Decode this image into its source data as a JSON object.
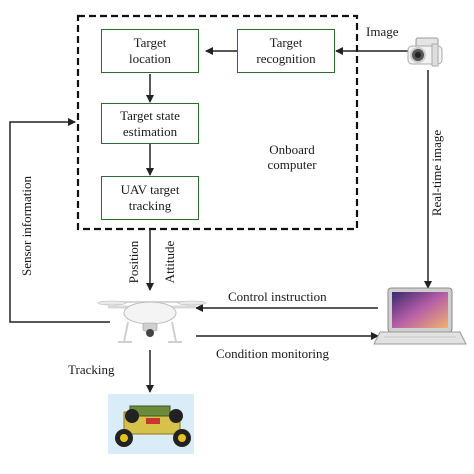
{
  "nodes": {
    "target_location": "Target\nlocation",
    "target_recognition": "Target\nrecognition",
    "target_state_estimation": "Target state\nestimation",
    "uav_target_tracking": "UAV target\ntracking"
  },
  "labels": {
    "onboard_computer": "Onboard\ncomputer",
    "image": "Image",
    "real_time_image": "Real-time image",
    "sensor_information": "Sensor information",
    "position": "Position",
    "attitude": "Attitude",
    "control_instruction": "Control instruction",
    "condition_monitoring": "Condition monitoring",
    "tracking": "Tracking"
  },
  "icons": {
    "camera": "camera-icon",
    "drone": "drone-icon",
    "laptop": "laptop-icon",
    "robot_car": "robot-car-icon"
  },
  "colors": {
    "box_border": "#2e6b2e",
    "arrow": "#222222"
  }
}
